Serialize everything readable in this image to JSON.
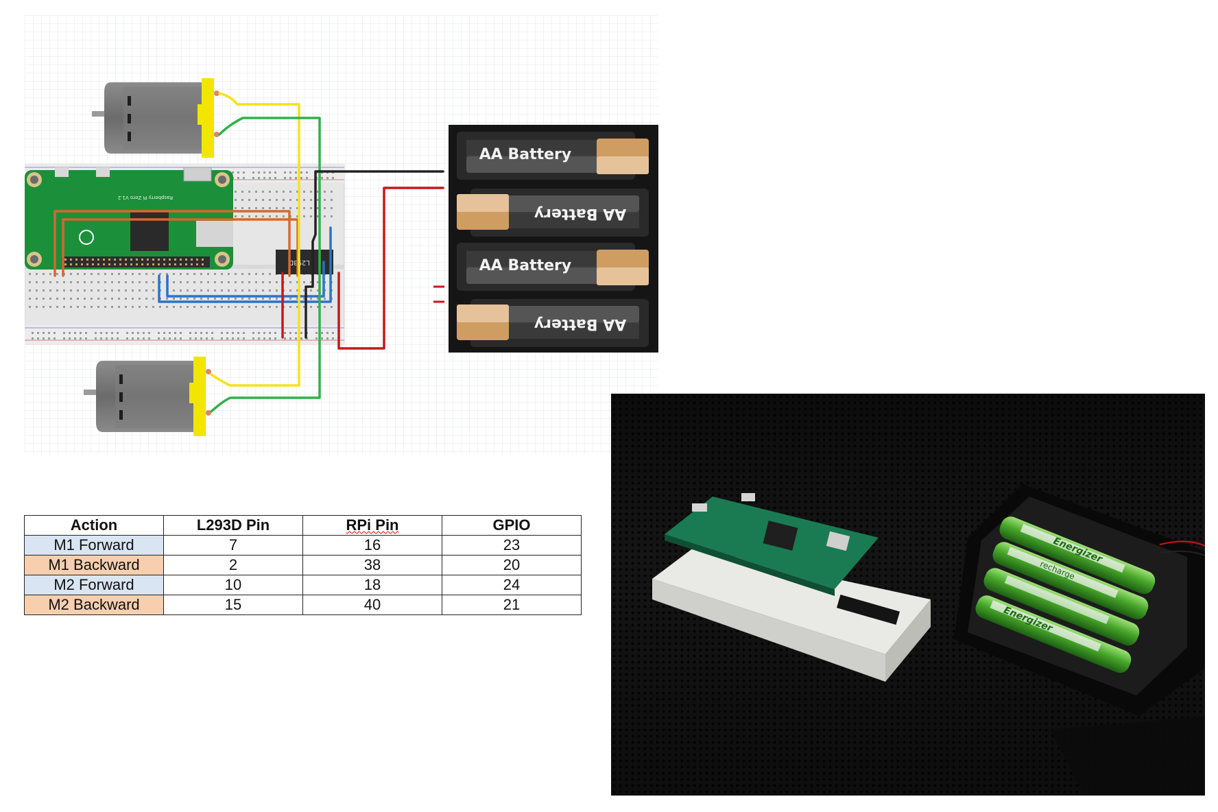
{
  "diagram": {
    "battery_label": "AA Battery",
    "pi_board_label": "Raspberry Pi Zero V1.2",
    "chip_label": "L293D"
  },
  "colors": {
    "wire_yellow": "#f5e21a",
    "wire_green": "#2fb34a",
    "wire_black": "#222222",
    "wire_red": "#c8161d",
    "wire_orange": "#d5692a",
    "wire_blue": "#2a73c9",
    "pi_green": "#1c8f3a",
    "action_blue": "#dae5f3",
    "action_orange": "#f7cfae"
  },
  "table": {
    "headers": [
      "Action",
      "L293D Pin",
      "RPi Pin",
      "GPIO"
    ],
    "rows": [
      [
        "M1 Forward",
        "7",
        "16",
        "23"
      ],
      [
        "M1 Backward",
        "2",
        "38",
        "20"
      ],
      [
        "M2 Forward",
        "10",
        "18",
        "24"
      ],
      [
        "M2 Backward",
        "15",
        "40",
        "21"
      ]
    ]
  },
  "photo": {
    "battery_brand": "Energizer",
    "battery_sub": "recharge"
  }
}
